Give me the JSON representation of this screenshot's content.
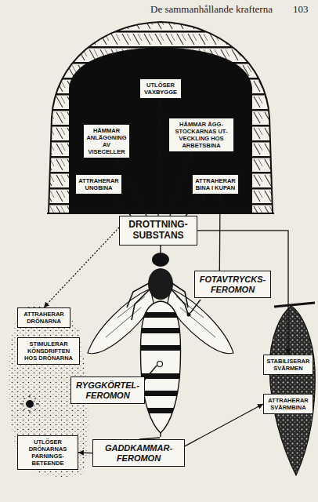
{
  "diagram": {
    "nodes": [
      {
        "text": [
          "UTLÖSER VAXBYGGE"
        ]
      },
      {
        "text": [
          "HÄMMAR ANLÄGGNING AV VISECELLER"
        ]
      },
      {
        "text": [
          "HÄMMAR ÄGG- STOCKARNAS UT- VECKLING HOS ARBETSBINA"
        ]
      },
      {
        "text": [
          "ATTRAHERAR UNGBINA"
        ]
      },
      {
        "text": [
          "ATTRAHERAR BINA I KUPAN"
        ]
      },
      {
        "text": [
          "DROTTNING- SUBSTANS"
        ]
      },
      {
        "text": [
          "FOTAVTRYCKS- FEROMON"
        ]
      },
      {
        "text": [
          "ATTRAHERAR DRÖNARNA"
        ]
      },
      {
        "text": [
          "STIMULERAR KÖNSDRIFTEN HOS DRÖNARNA"
        ]
      },
      {
        "text": [
          "STABILISERAR SVÄRMEN"
        ]
      },
      {
        "text": [
          "RYGGKÖRTEL- FEROMON"
        ]
      },
      {
        "text": [
          "ATTRAHERAR SVÄRMBINA"
        ]
      },
      {
        "text": [
          "UTLÖSER DRÖNARNAS PARNINGS- BETEENDE"
        ]
      },
      {
        "text": [
          "GADDKAMMAR- FEROMON"
        ]
      }
    ],
    "edges": [
      {
        "from": 5,
        "to": 3,
        "arrow": "to"
      },
      {
        "from": 5,
        "to": 1,
        "arrow": "to"
      },
      {
        "from": 5,
        "to": 0,
        "arrow": "to"
      },
      {
        "from": 5,
        "to": 2,
        "arrow": "to"
      },
      {
        "from": 5,
        "to": 4,
        "arrow": "to"
      },
      {
        "from": 6,
        "to": 4,
        "arrow": "to"
      },
      {
        "from": 5,
        "to": 7,
        "arrow": "to"
      },
      {
        "from": 5,
        "to": 9,
        "arrow": "to"
      },
      {
        "from": 13,
        "to": 12,
        "arrow": "to"
      },
      {
        "from": 13,
        "to": 11,
        "arrow": "to"
      }
    ],
    "labels": [
      "De sammanhållande krafterna",
      "103"
    ]
  }
}
